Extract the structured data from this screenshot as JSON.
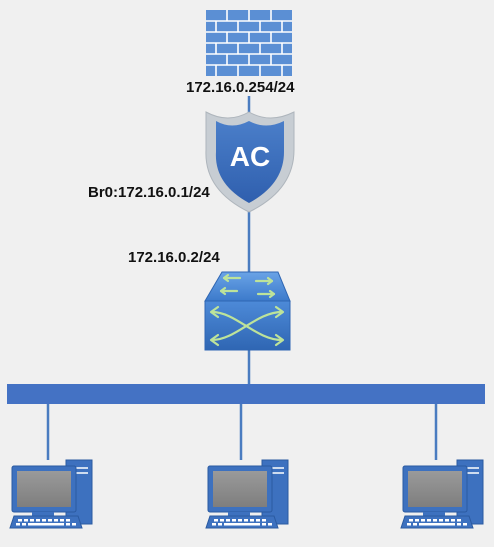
{
  "diagram": {
    "firewall_ip": "172.16.0.254/24",
    "ac_label": "AC",
    "ac_ip": "Br0:172.16.0.1/24",
    "switch_ip": "172.16.0.2/24"
  },
  "colors": {
    "background": "#f0f0f0",
    "link_line": "#4a7cc0",
    "bus": "#4472c4",
    "firewall": "#5b8fd4",
    "ac_shield": "#3a68b5",
    "switch": "#3f7fd1",
    "switch_arrows": "#bde39a"
  },
  "icons": {
    "firewall": "brick-wall-firewall-icon",
    "access_controller": "shield-ac-icon",
    "switch": "layer3-switch-icon",
    "client": "desktop-pc-icon"
  }
}
